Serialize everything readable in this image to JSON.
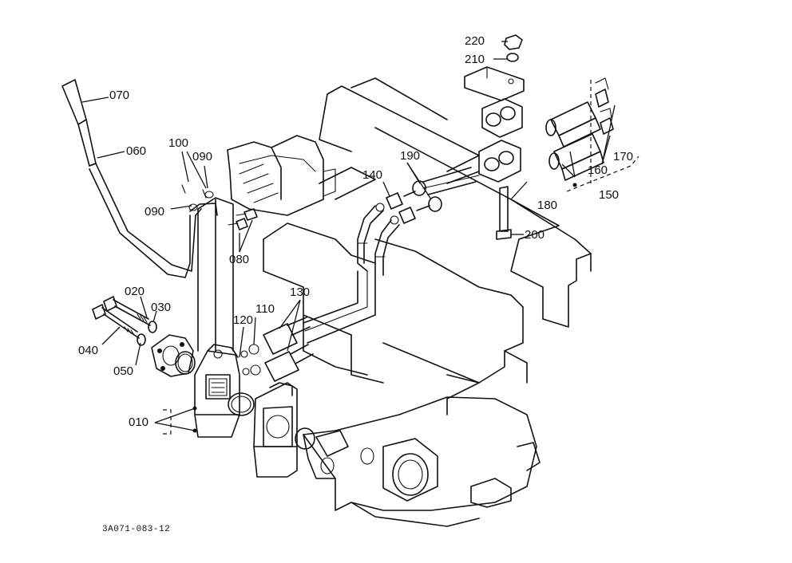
{
  "drawing_code": "3A071-083-12",
  "callouts": {
    "p010": "010",
    "p020": "020",
    "p030": "030",
    "p040": "040",
    "p050": "050",
    "p060": "060",
    "p070": "070",
    "p080": "080",
    "p090_top": "090",
    "p090_left": "090",
    "p100": "100",
    "p110": "110",
    "p120": "120",
    "p130": "130",
    "p140": "140",
    "p150": "150",
    "p160": "160",
    "p170": "170",
    "p180": "180",
    "p190": "190",
    "p200": "200",
    "p210": "210",
    "p220": "220"
  }
}
